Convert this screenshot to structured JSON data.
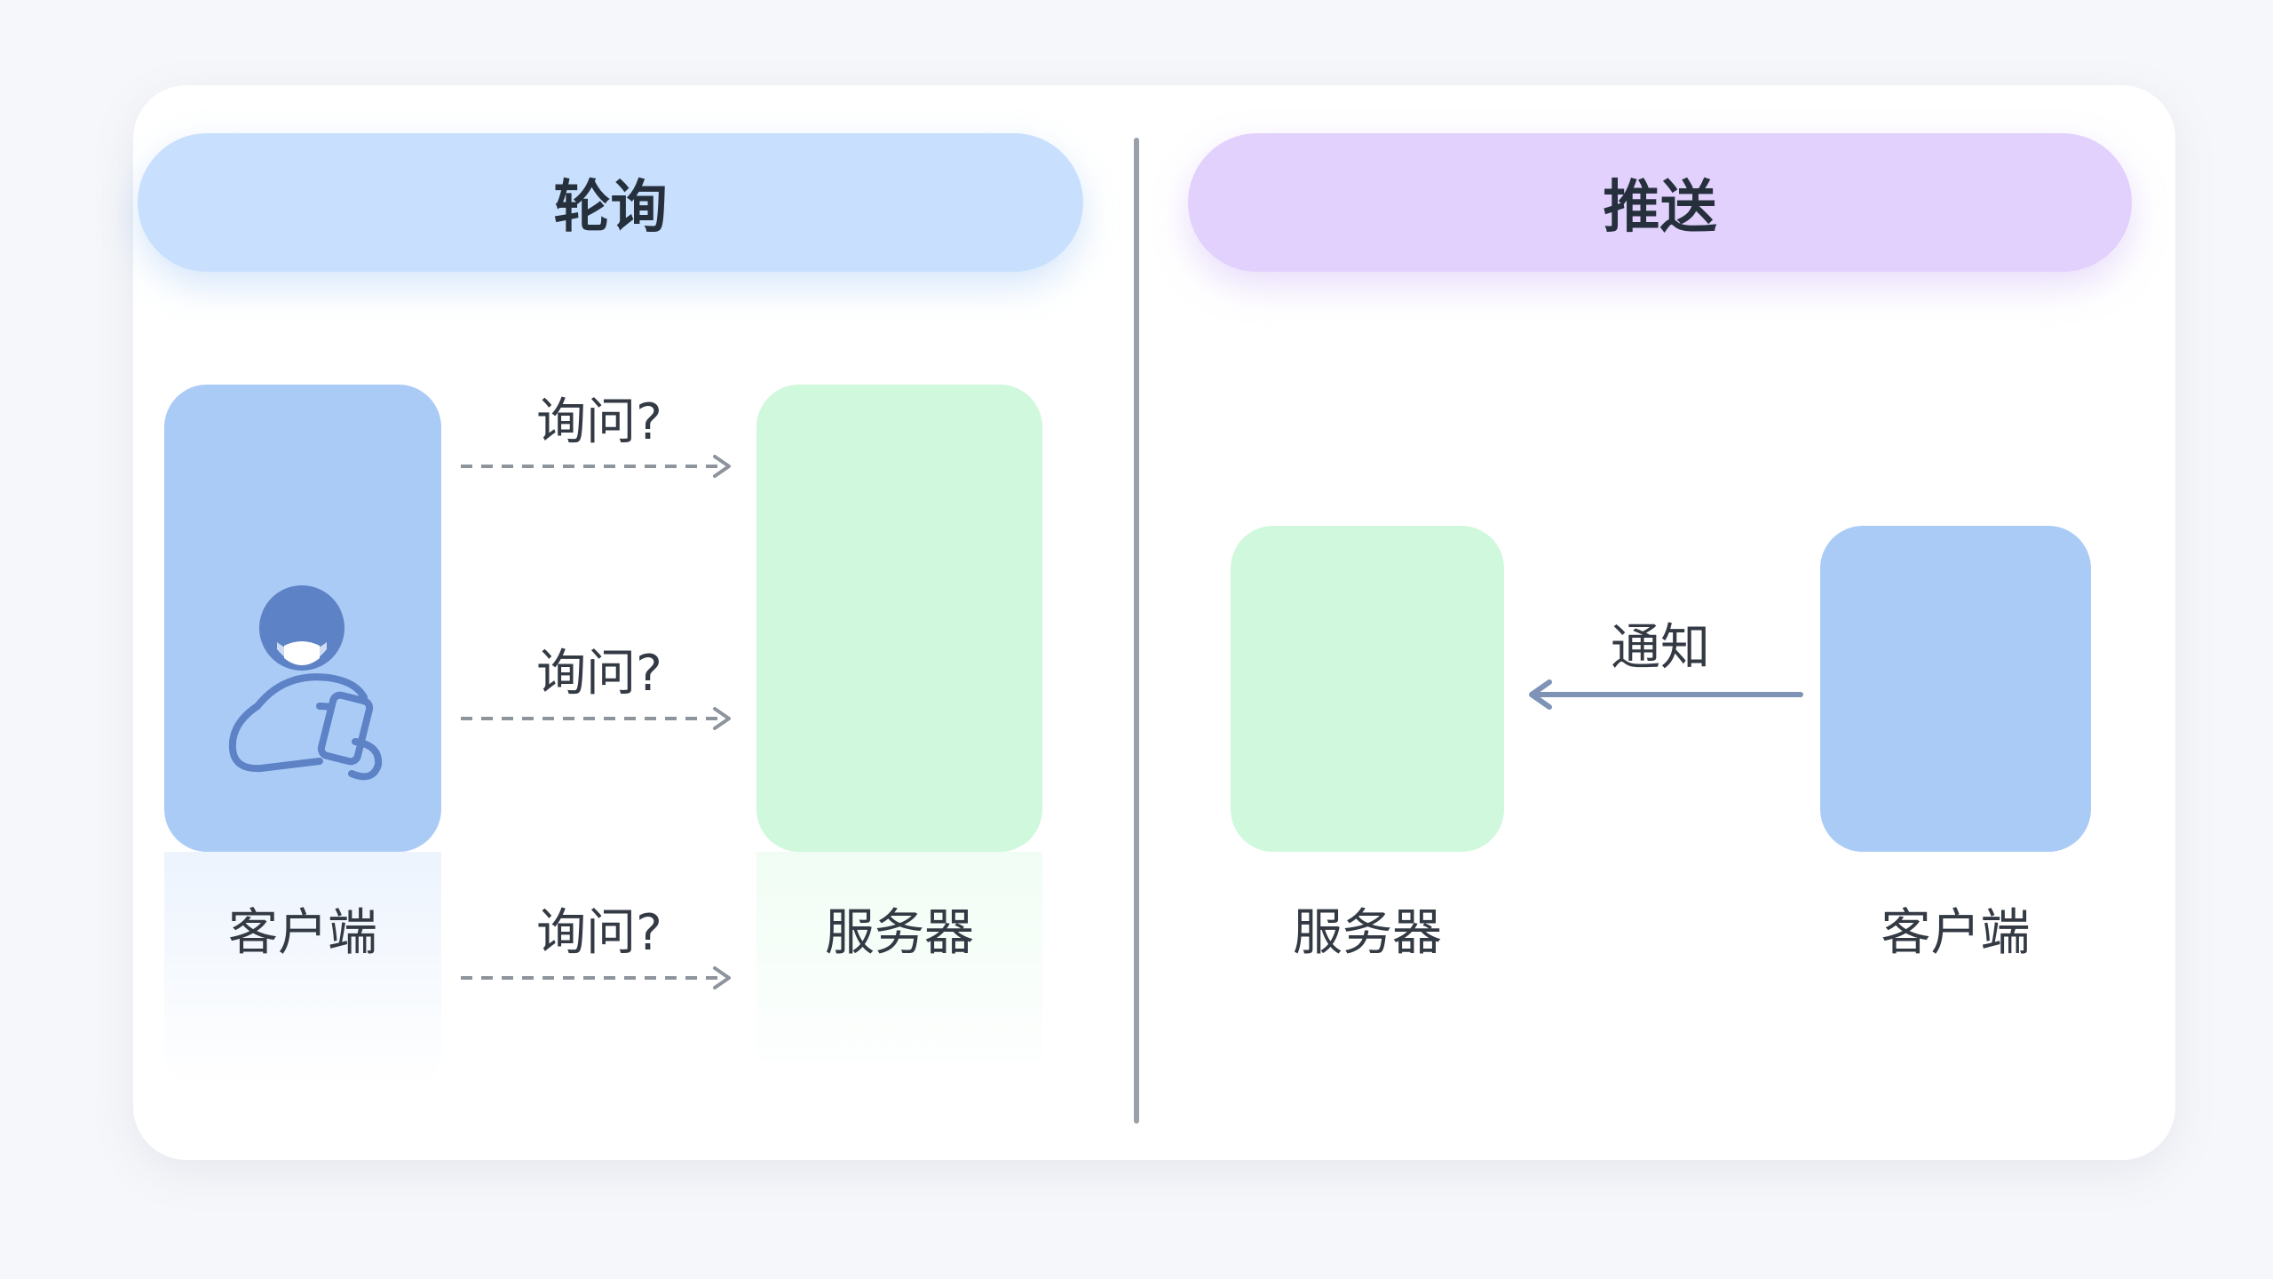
{
  "polling": {
    "title": "轮询",
    "client_label": "客户端",
    "server_label": "服务器",
    "requests": [
      {
        "label": "询问?"
      },
      {
        "label": "询问?"
      },
      {
        "label": "询问?"
      }
    ]
  },
  "push": {
    "title": "推送",
    "server_label": "服务器",
    "client_label": "客户端",
    "notify_label": "通知"
  },
  "colors": {
    "client_box": "#abcbf7",
    "server_box": "#cff8dc",
    "polling_header": "#c8e0fd",
    "push_header": "#e1d1fc",
    "dashed_arrow": "#8e949c",
    "notify_arrow": "#7e93b6",
    "person_icon": "#5d82c6"
  },
  "icons": {
    "client": "person-with-phone-icon"
  }
}
